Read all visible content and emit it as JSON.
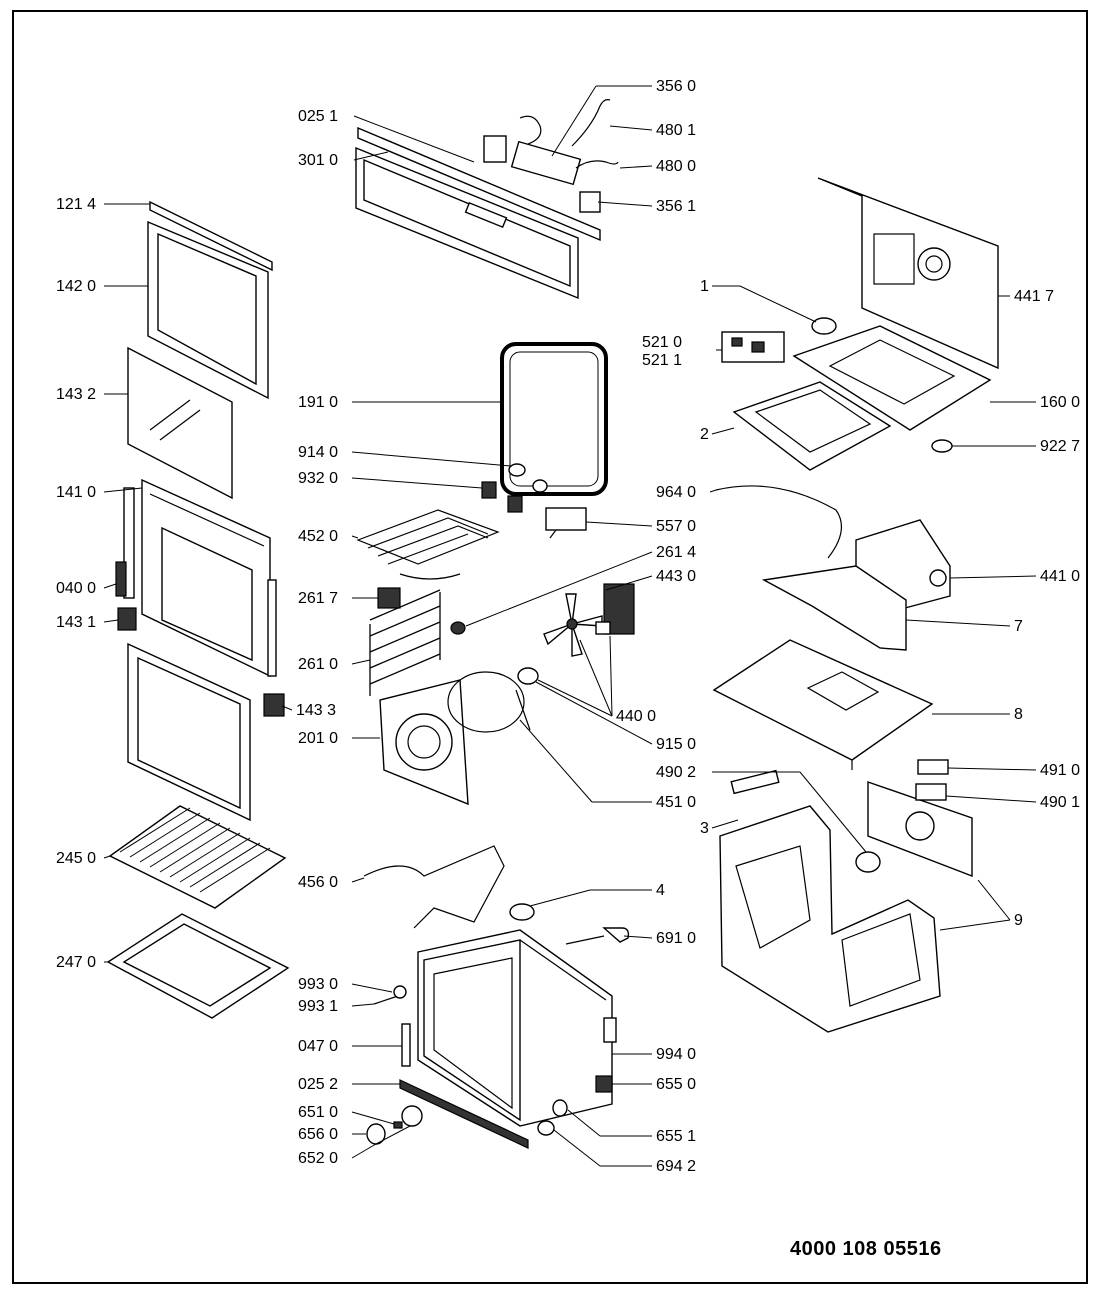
{
  "document_number": "4000 108 05516",
  "labels": {
    "l0251": "025 1",
    "l3010": "301 0",
    "l3560": "356 0",
    "l4801": "480 1",
    "l4800": "480 0",
    "l3561": "356 1",
    "l1214": "121 4",
    "l1420": "142 0",
    "l1432": "143 2",
    "l1410": "141 0",
    "l0400": "040 0",
    "l1431": "143 1",
    "l1433": "143 3",
    "l2450": "245 0",
    "l2470": "247 0",
    "l1910": "191 0",
    "l9140": "914 0",
    "l9320": "932 0",
    "l4520": "452 0",
    "l2617": "261 7",
    "l2610": "261 0",
    "l2010": "201 0",
    "l4560": "456 0",
    "l9930": "993 0",
    "l9931": "993 1",
    "l0470": "047 0",
    "l0252": "025 2",
    "l6510": "651 0",
    "l6560": "656 0",
    "l6520": "652 0",
    "l5570": "557 0",
    "l2614": "261 4",
    "l4430": "443 0",
    "l4400": "440 0",
    "l9150": "915 0",
    "l4510": "451 0",
    "l4": "4",
    "l6910": "691 0",
    "l9940": "994 0",
    "l6550": "655 0",
    "l6551": "655 1",
    "l6942": "694 2",
    "l4417": "441 7",
    "l1": "1",
    "l5210": "521 0",
    "l5211": "521 1",
    "l1600": "160 0",
    "l2": "2",
    "l9227": "922 7",
    "l9640": "964 0",
    "l4410": "441 0",
    "l7": "7",
    "l8": "8",
    "l4902": "490 2",
    "l4910": "491 0",
    "l4901": "490 1",
    "l3": "3",
    "l9": "9"
  }
}
